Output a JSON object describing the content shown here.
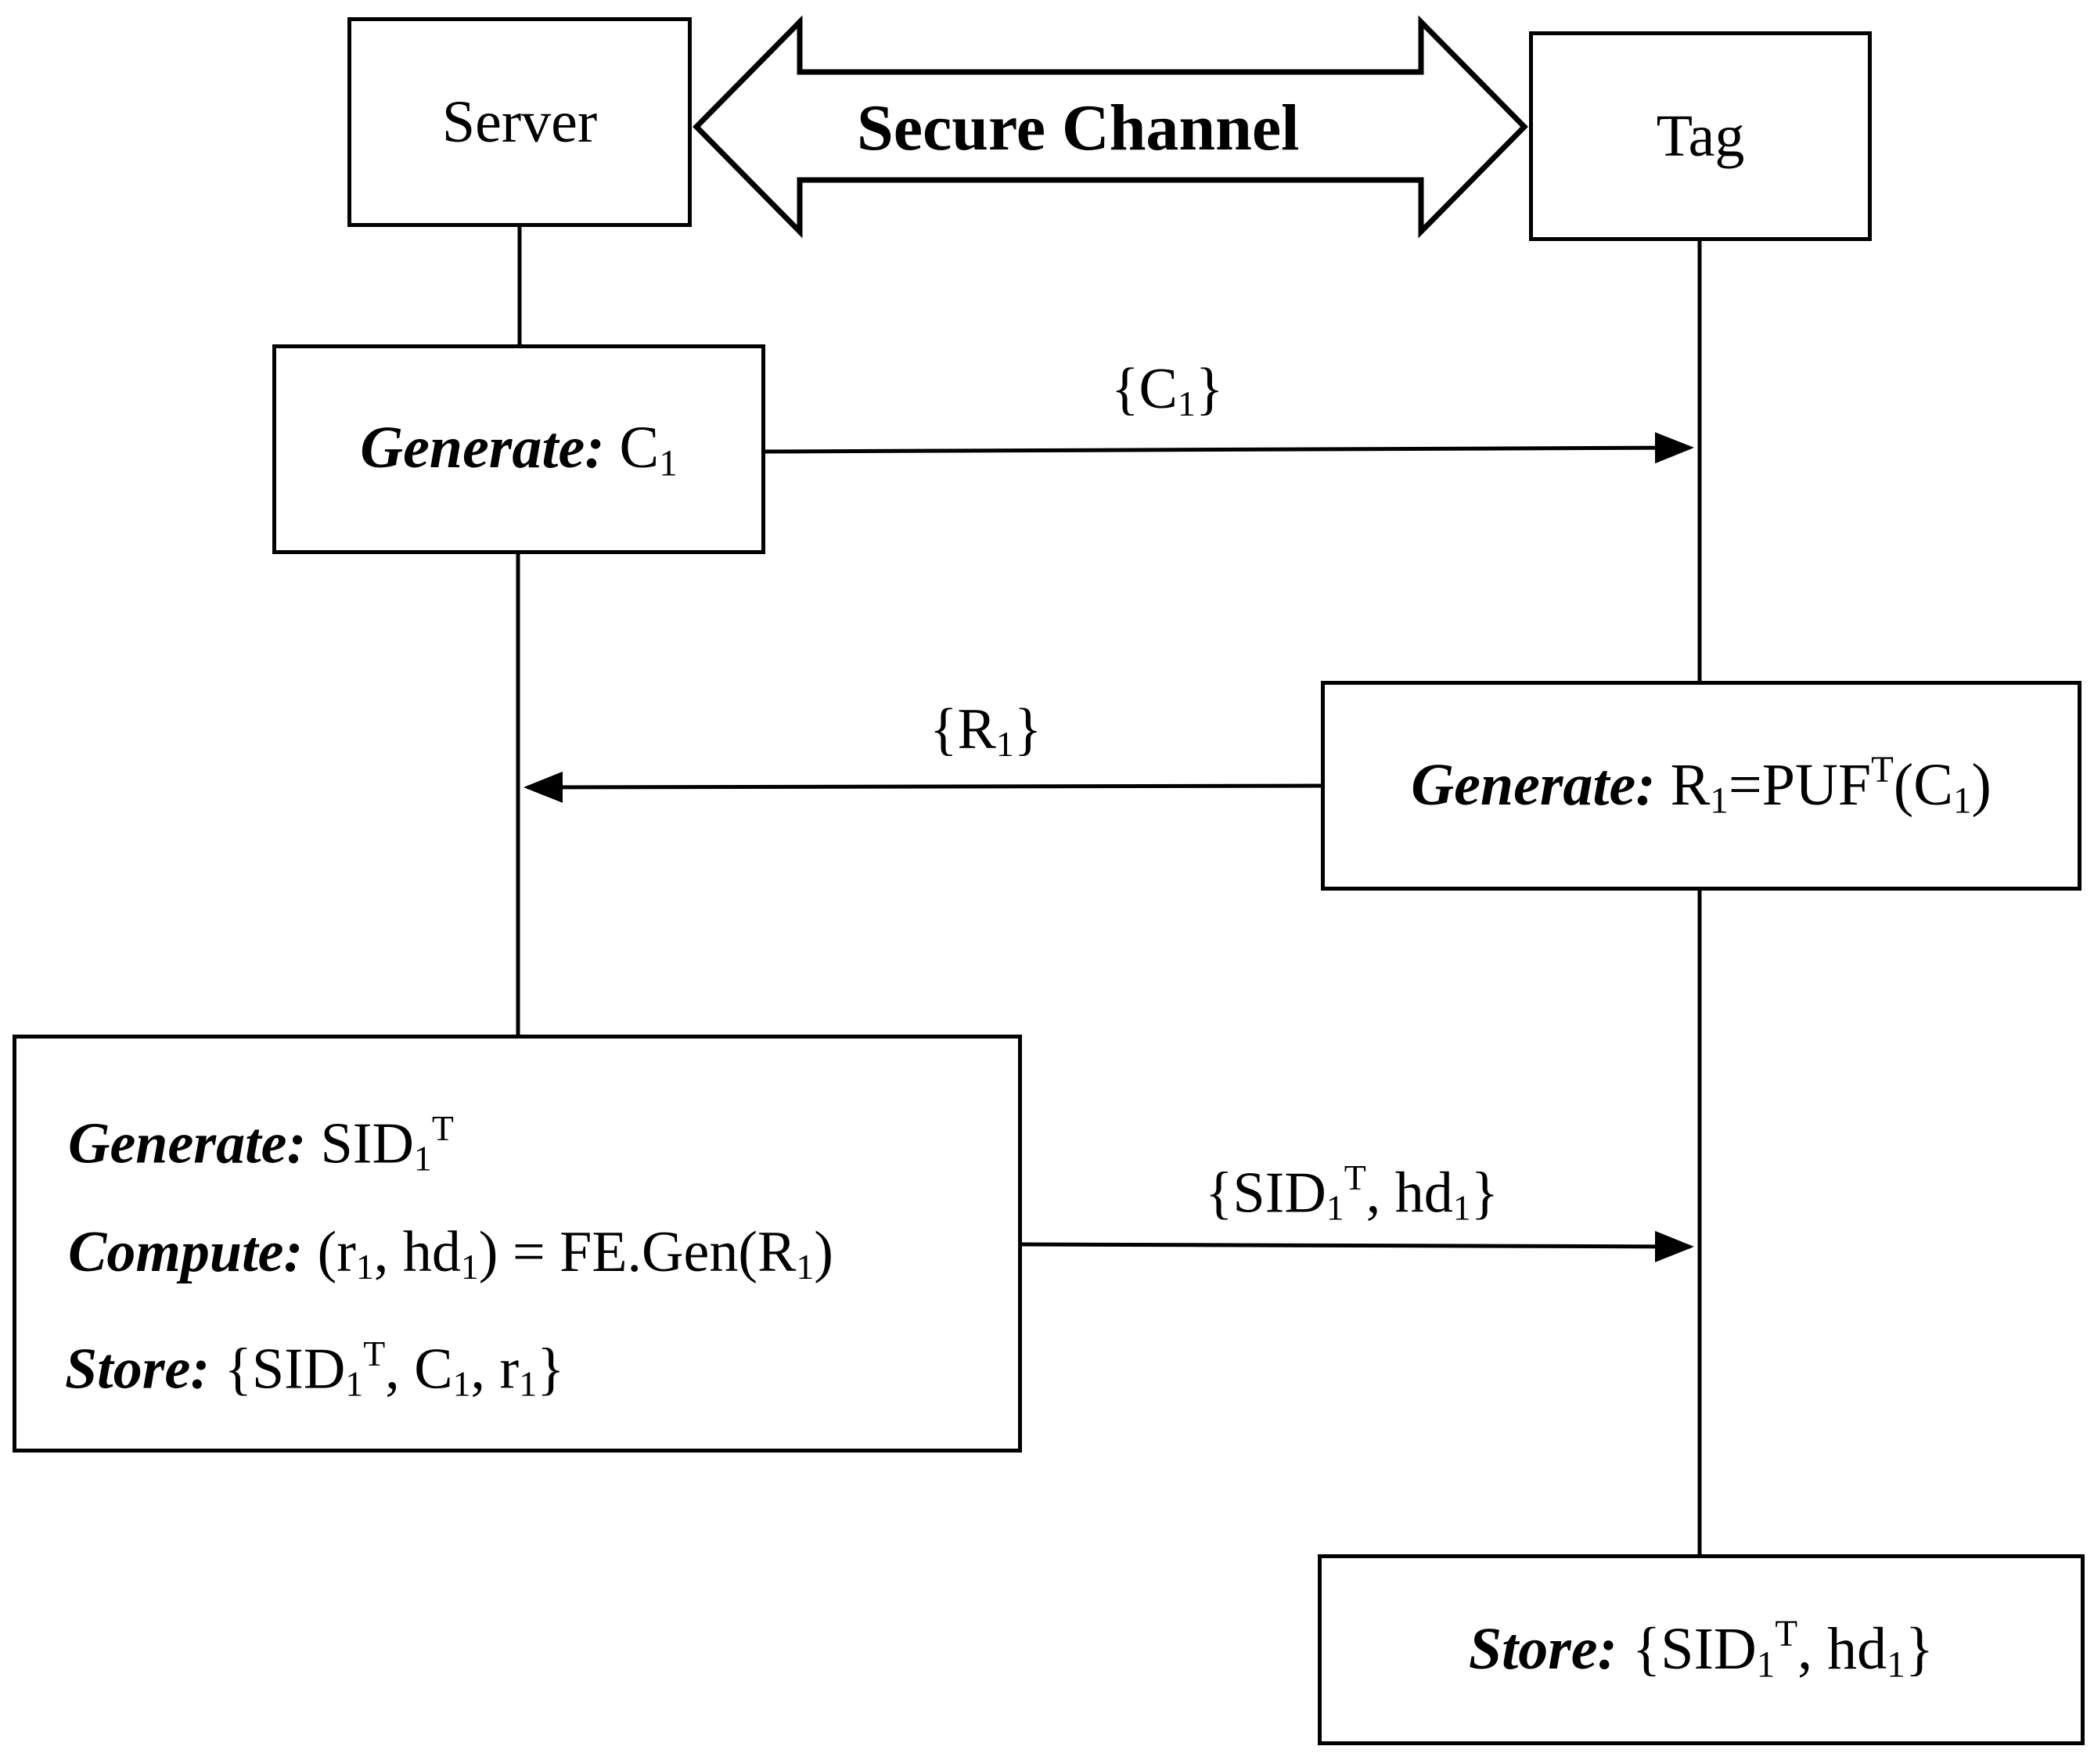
{
  "entities": {
    "server": "Server",
    "tag": "Tag"
  },
  "channel": {
    "label": "Secure Channel"
  },
  "steps": {
    "server_generate": {
      "keyword": "Generate:",
      "value": "C",
      "sub": "1"
    },
    "tag_generate": {
      "keyword": "Generate:",
      "r": "R",
      "r_sub": "1",
      "eq": "=PUF",
      "sup": "T",
      "open": "(C",
      "c_sub": "1",
      "close": ")"
    },
    "server_block": {
      "generate": {
        "keyword": "Generate:",
        "value": "SID",
        "sub": "1",
        "sup": "T"
      },
      "compute": {
        "keyword": "Compute:",
        "p1": "(r",
        "s1": "1",
        "p2": ", hd",
        "s2": "1",
        "p3": ") = FE.Gen(R",
        "s3": "1",
        "p4": ")"
      },
      "store": {
        "keyword": "Store:",
        "p1": "{SID",
        "s1": "1",
        "sup": "T",
        "p2": ", C",
        "s2": "1",
        "p3": ", r",
        "s3": "1",
        "p4": "}"
      }
    },
    "tag_store": {
      "keyword": "Store:",
      "p1": "{SID",
      "s1": "1",
      "sup": "T",
      "p2": ", hd",
      "s2": "1",
      "p3": "}"
    }
  },
  "messages": {
    "m1": {
      "open": "{C",
      "sub": "1",
      "close": "}"
    },
    "m2": {
      "open": "{R",
      "sub": "1",
      "close": "}"
    },
    "m3": {
      "open": "{SID",
      "sub": "1",
      "sup": "T",
      "mid": ", hd",
      "sub2": "1",
      "close": "}"
    }
  }
}
